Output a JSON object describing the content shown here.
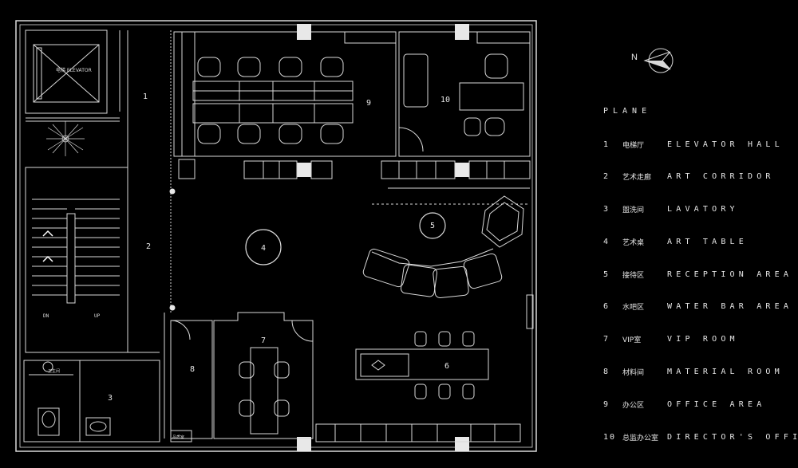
{
  "plan": {
    "elevator_label": "电梯 ELEVATOR",
    "rooms": [
      {
        "num": "1"
      },
      {
        "num": "2"
      },
      {
        "num": "3"
      },
      {
        "num": "4"
      },
      {
        "num": "5"
      },
      {
        "num": "6"
      },
      {
        "num": "7"
      },
      {
        "num": "8"
      },
      {
        "num": "9"
      },
      {
        "num": "10"
      }
    ],
    "stair": {
      "dn": "DN",
      "up": "UP"
    },
    "small_labels": [
      "卫生间",
      "品质室"
    ],
    "colors": {
      "line": "#d9d9d9",
      "background": "#000000",
      "column": "#e8e8e8"
    }
  },
  "north": {
    "label": "N"
  },
  "legend": {
    "title": "PLANE",
    "items": [
      {
        "num": "1",
        "cn": "电梯厅",
        "en": "ELEVATOR HALL"
      },
      {
        "num": "2",
        "cn": "艺术走廊",
        "en": "ART CORRIDOR"
      },
      {
        "num": "3",
        "cn": "盥洗间",
        "en": "LAVATORY"
      },
      {
        "num": "4",
        "cn": "艺术桌",
        "en": "ART TABLE"
      },
      {
        "num": "5",
        "cn": "接待区",
        "en": "RECEPTION AREA"
      },
      {
        "num": "6",
        "cn": "水吧区",
        "en": "WATER BAR AREA"
      },
      {
        "num": "7",
        "cn": "VIP室",
        "en": "VIP ROOM"
      },
      {
        "num": "8",
        "cn": "材料间",
        "en": "MATERIAL ROOM"
      },
      {
        "num": "9",
        "cn": "办公区",
        "en": "OFFICE AREA"
      },
      {
        "num": "10",
        "cn": "总监办公室",
        "en": "DIRECTOR'S OFFICE"
      }
    ]
  }
}
